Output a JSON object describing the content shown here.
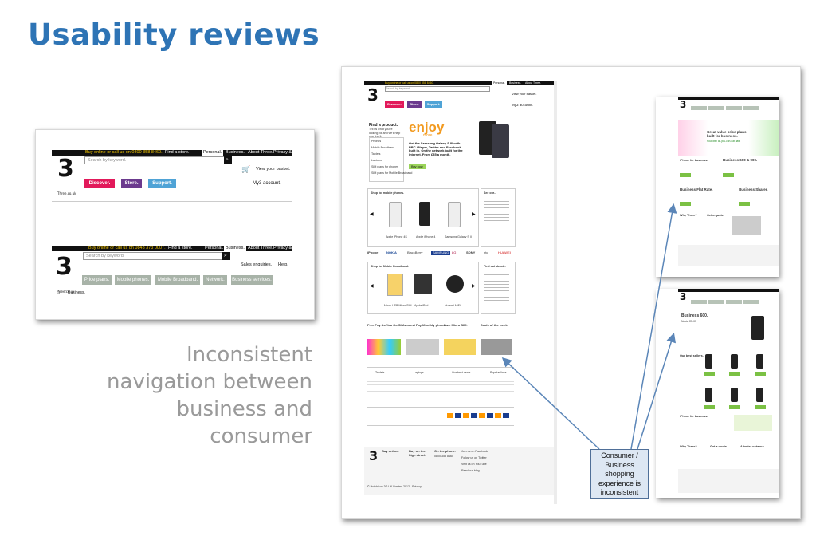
{
  "slide": {
    "title": "Usability reviews",
    "caption": "Inconsistent navigation between business and consumer",
    "callout": "Consumer / Business shopping experience is inconsistent"
  },
  "consumer_header": {
    "buy_online": "Buy online",
    "or_call": " or call us on 0800 358 8460.",
    "find_store": "Find a store.",
    "tabs": [
      "Personal.",
      "Business.",
      "About Three.",
      "Privacy & cookies."
    ],
    "search_placeholder": "Search by keyword.",
    "basket": "View your basket.",
    "logo_sub": "Three.co.uk",
    "nav": [
      "Discover.",
      "Store.",
      "Support."
    ],
    "account": "My3 account."
  },
  "business_header": {
    "buy_online": "Buy online",
    "or_call": " or call us on 0843 373 0007.",
    "find_store": "Find a store.",
    "tabs": [
      "Personal.",
      "Business.",
      "About Three.",
      "Privacy & cookies."
    ],
    "search_placeholder": "Search by keyword.",
    "sales": "Sales enquiries.",
    "help": "Help.",
    "logo_sub": "Three.co.uk",
    "nav": [
      "Price plans.",
      "Mobile phones.",
      "Mobile Broadband.",
      "Network.",
      "Business services."
    ],
    "breadcrumb": "Business."
  },
  "consumer_page": {
    "find_product": "Find a product.",
    "find_product_sub": "Tell us what you're looking for and we'll help you find it.",
    "side_items": [
      "Phones",
      "Mobile Broadband",
      "Tablets",
      "Laptops",
      "SIM plans for phones",
      "SIM plans for Mobile Broadband"
    ],
    "hero_enjoy": "enjoy",
    "hero_more": "more.",
    "hero_text": "Get the Samsung Galaxy S III with BBC iPlayer, Twitter and Facebook built in. On the network built for the internet. From £35 a month.",
    "hero_button": "Buy now",
    "shop_phones": "Shop for mobile phones.",
    "see_our": "See our...",
    "phones": [
      "Apple iPhone 4S",
      "Apple iPhone 4",
      "Samsung Galaxy S II"
    ],
    "brands": [
      "iPhone",
      "NOKIA",
      "BlackBerry",
      "SAMSUNG",
      "LG",
      "SONY",
      "htc",
      "HUAWEI"
    ],
    "shop_mbb": "Shop for Mobile Broadband.",
    "find_out": "Find out about...",
    "mbb_items": [
      "Micro-USB Micro SIM",
      "Apple iPad",
      "Huawei MiFi"
    ],
    "promos": [
      "Free Pay As You Go SIMs.",
      "Latest Pay Monthly phones.",
      "Free Micro SIM.",
      "Deals of the week."
    ],
    "categories": [
      "Tablets",
      "Laptops",
      "Our best deals",
      "Popular links"
    ],
    "footer_cols": [
      "Buy online.",
      "Buy on the high street.",
      "On the phone."
    ],
    "footer_phone": "0800 358 8460",
    "footer_social": [
      "Join us on Facebook",
      "Follow us on Twitter",
      "Visit us on YouTube",
      "Read our blog"
    ],
    "copyright": "© Hutchison 3G UK Limited 2012 - Privacy"
  },
  "business_page_1": {
    "banner": "Great value price plans built for business.",
    "banner_sub": "Now with all-you-can-eat data",
    "blocks": [
      "iPhone for business.",
      "Business 600 & 900.",
      "Business Flat Rate.",
      "Business Sharer.",
      "Why Three?",
      "Get a quote."
    ]
  },
  "business_page_2": {
    "banner": "Business 600.",
    "banner_sub": "Nokia C5-03",
    "section": "Our best sellers.",
    "blocks": [
      "iPhone for business.",
      "Why Three?",
      "Get a quote.",
      "A better network."
    ]
  },
  "colors": {
    "title": "#2e74b5",
    "caption": "#9a9a9a",
    "discover": "#e2195a",
    "store": "#6b3a8e",
    "support": "#4fa3d6",
    "business_nav": "#a8b3a8",
    "arrow": "#5b86b8"
  }
}
